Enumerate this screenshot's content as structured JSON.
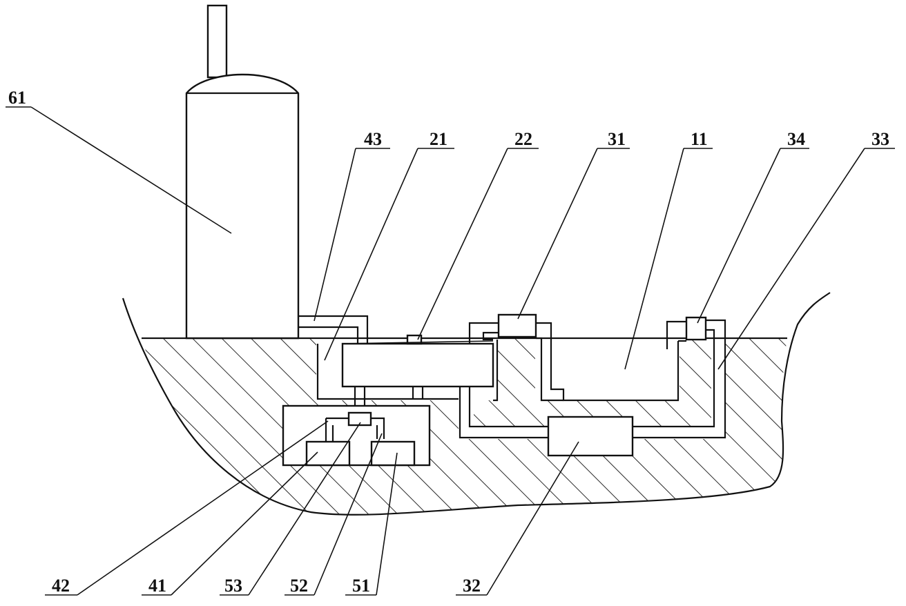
{
  "diagram": {
    "labels": {
      "tank": "61",
      "pipe_43": "43",
      "part_21": "21",
      "part_22": "22",
      "part_31": "31",
      "pool_11": "11",
      "part_34": "34",
      "pipe_33": "33",
      "part_42": "42",
      "part_41": "41",
      "part_53": "53",
      "part_52": "52",
      "part_51": "51",
      "part_32": "32"
    }
  }
}
